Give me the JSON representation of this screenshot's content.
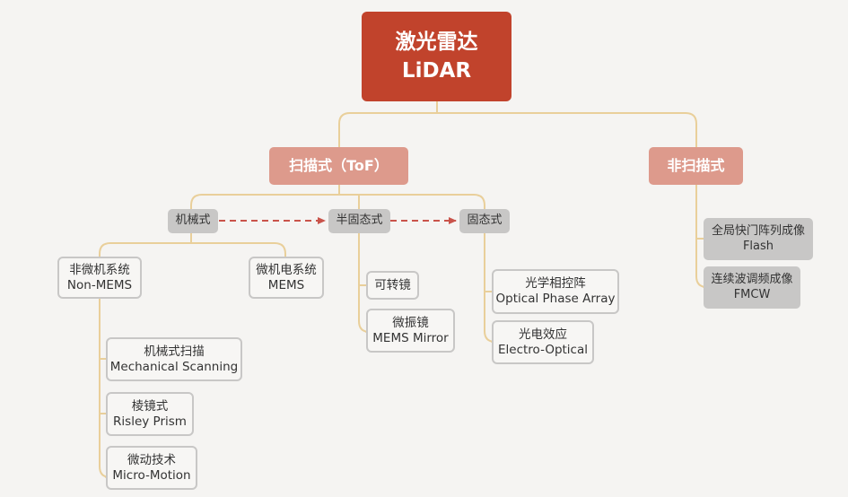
{
  "root": {
    "zh": "激光雷达",
    "en": "LiDAR"
  },
  "scanning": {
    "label": "扫描式（ToF）"
  },
  "non_scanning": {
    "label": "非扫描式"
  },
  "mechanical": {
    "label": "机械式"
  },
  "semi_solid": {
    "label": "半固态式"
  },
  "solid": {
    "label": "固态式"
  },
  "non_mems": {
    "zh": "非微机系统",
    "en": "Non-MEMS"
  },
  "mems": {
    "zh": "微机电系统",
    "en": "MEMS"
  },
  "mech_scanning": {
    "zh": "机械式扫描",
    "en": "Mechanical Scanning"
  },
  "risley": {
    "zh": "棱镜式",
    "en": "Risley Prism"
  },
  "micro_motion": {
    "zh": "微动技术",
    "en": "Micro-Motion"
  },
  "rotating_mirror": {
    "label": "可转镜"
  },
  "mems_mirror": {
    "zh": "微振镜",
    "en": "MEMS Mirror"
  },
  "opa": {
    "zh": "光学相控阵",
    "en": "Optical Phase Array"
  },
  "electro_optical": {
    "zh": "光电效应",
    "en": "Electro-Optical"
  },
  "flash": {
    "zh": "全局快门阵列成像",
    "en": "Flash"
  },
  "fmcw": {
    "zh": "连续波调频成像",
    "en": "FMCW"
  },
  "colors": {
    "root": "#c1432c",
    "category": "#dd9a8c",
    "type": "#c8c7c6",
    "connector": "#e9cf9a",
    "arrow": "#c9534a"
  }
}
